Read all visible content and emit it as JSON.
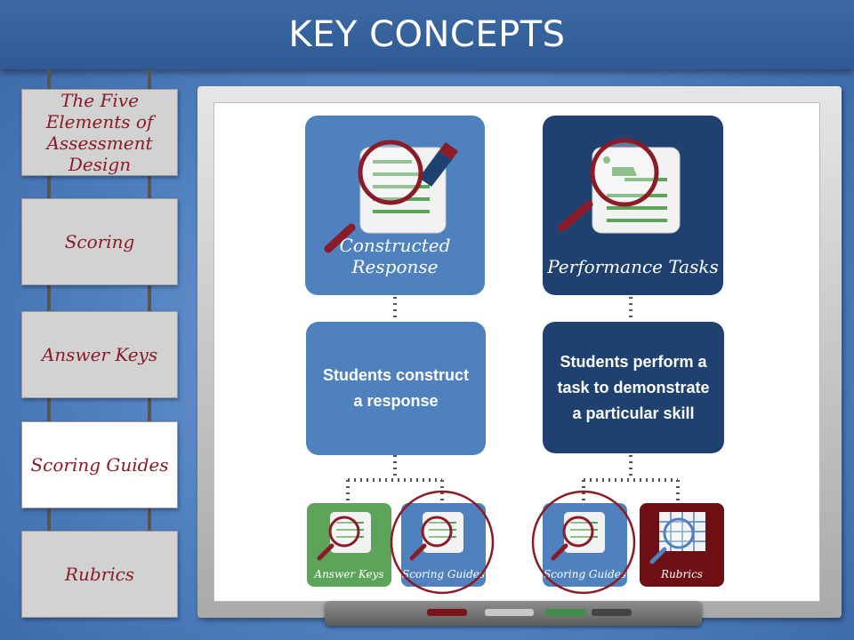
{
  "header": {
    "title": "KEY CONCEPTS"
  },
  "sidebar": {
    "items": [
      {
        "label": "The Five Elements of Assessment Design",
        "active": false
      },
      {
        "label": "Scoring",
        "active": false
      },
      {
        "label": "Answer Keys",
        "active": false
      },
      {
        "label": "Scoring Guides",
        "active": true
      },
      {
        "label": "Rubrics",
        "active": false
      }
    ]
  },
  "concepts": {
    "constructed": {
      "title": "Constructed Response",
      "description": "Students construct a response",
      "children": [
        "Answer Keys",
        "Scoring Guides"
      ]
    },
    "performance": {
      "title": "Performance Tasks",
      "description": "Students perform a task to demonstrate a particular skill",
      "children": [
        "Scoring Guides",
        "Rubrics"
      ]
    }
  },
  "colors": {
    "light_blue": "#4e81bd",
    "dark_blue": "#1f4170",
    "green": "#5ca45a",
    "maroon": "#6e0f14",
    "accent_red": "#8b1b26"
  }
}
